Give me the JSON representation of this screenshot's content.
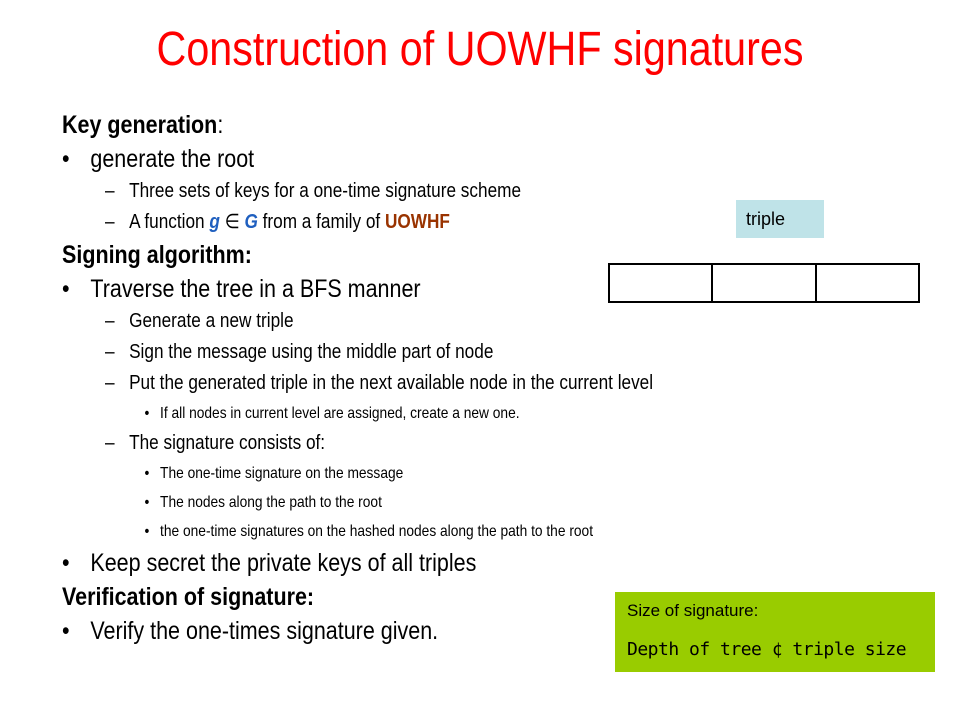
{
  "title": "Construction of UOWHF signatures",
  "key_gen": {
    "heading": "Key generation",
    "colon": ":",
    "bullet": "generate the root",
    "sub1": "Three sets of keys for a one-time signature scheme",
    "sub2_prefix": "A function ",
    "sub2_g": "g",
    "sub2_in": "∈",
    "sub2_G": "G",
    "sub2_mid": " from a family of ",
    "sub2_uowhf": "UOWHF"
  },
  "signing": {
    "heading": "Signing algorithm:",
    "bullet": "Traverse the tree in a BFS manner",
    "sub1": "Generate a new triple",
    "sub2": "Sign the message using the middle part of node",
    "sub3": "Put the generated triple in the next available node in the current level",
    "sub3_detail": "If all nodes in current level are assigned, create a new one.",
    "sub4": "The signature consists of:",
    "sub4_items": [
      "The one-time signature on the message",
      "The nodes along the path to the root",
      "the one-time signatures on the hashed nodes along the path to the root"
    ],
    "bullet2": "Keep secret the private keys of all triples"
  },
  "verify": {
    "heading": "Verification of signature:",
    "bullet": "Verify the one-times signature given."
  },
  "triple_label": "triple",
  "size_box": {
    "title": "Size of signature:",
    "formula": "Depth of tree ¢ triple size"
  },
  "colors": {
    "title": "#ff0000",
    "g_symbol": "#1f5fbf",
    "uowhf": "#993300",
    "triple_label_bg": "#bfe3e8",
    "size_box_bg": "#99cc00"
  }
}
